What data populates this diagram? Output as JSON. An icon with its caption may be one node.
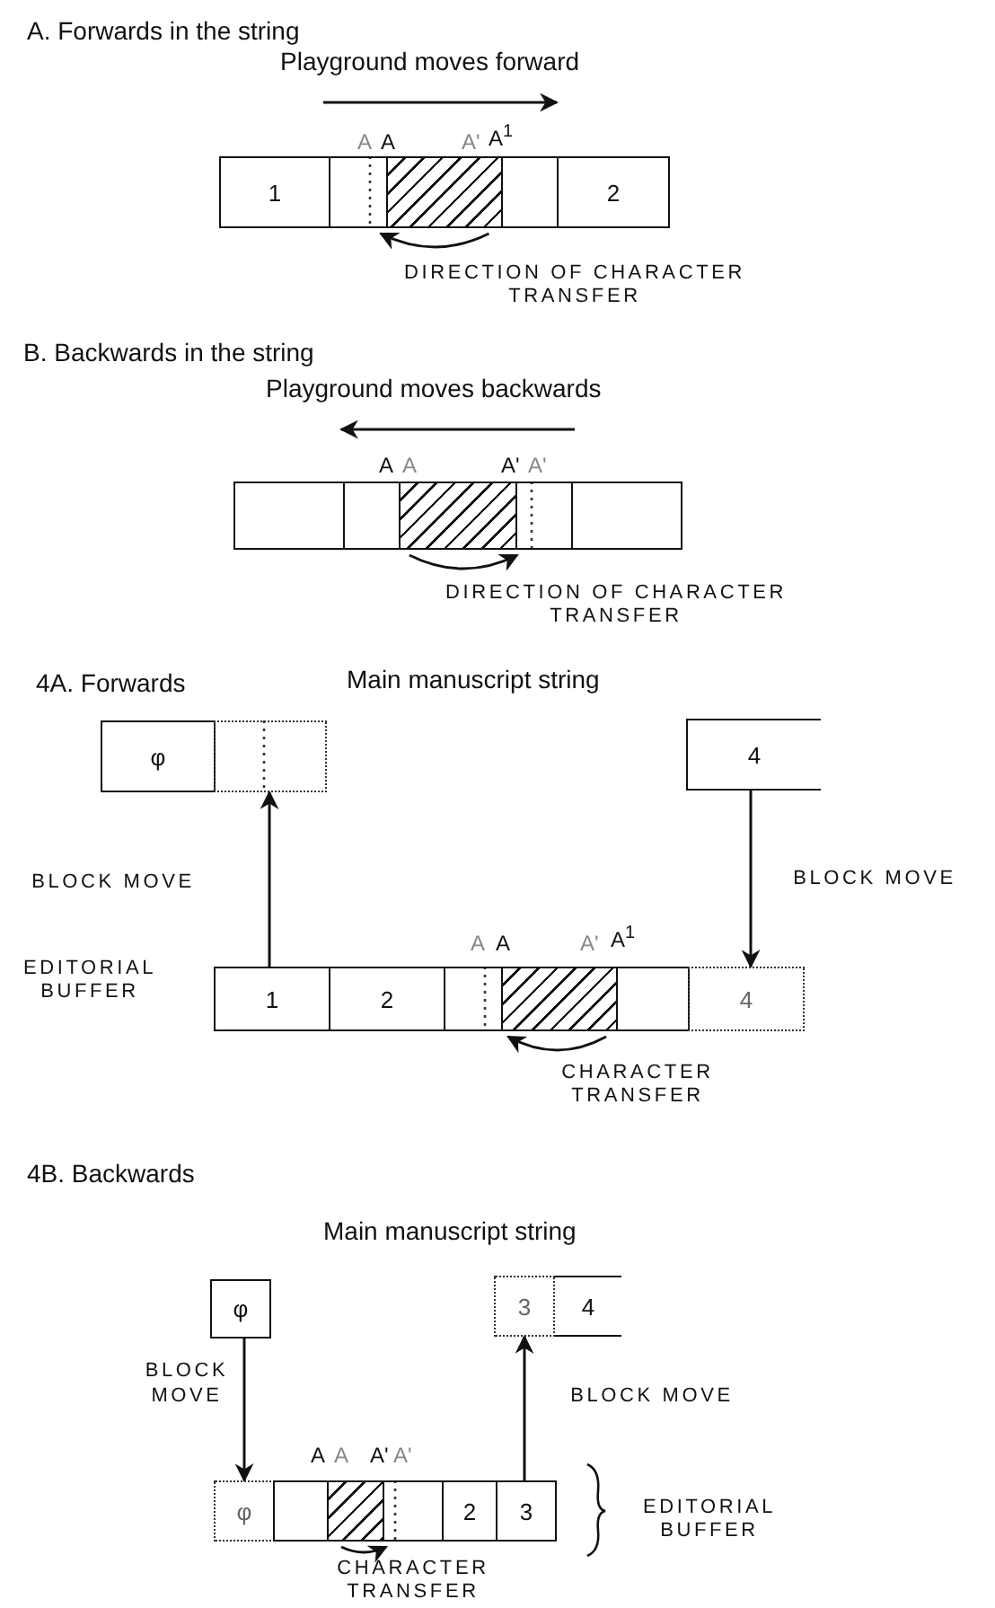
{
  "diagram": {
    "nodes": [
      {
        "text": [
          "1"
        ]
      },
      {
        "text": [],
        "shape": "box"
      },
      {
        "text": [],
        "shape": "box"
      },
      {
        "text": [],
        "shape": "box"
      },
      {
        "text": [
          "2"
        ]
      },
      {
        "text": [],
        "shape": "box"
      },
      {
        "text": [],
        "shape": "box"
      },
      {
        "text": [],
        "shape": "box"
      },
      {
        "text": [],
        "shape": "box"
      },
      {
        "text": [],
        "shape": "box"
      },
      {
        "text": [
          "φ"
        ]
      },
      {
        "text": [],
        "shape": "box"
      },
      {
        "text": [
          "4"
        ]
      },
      {
        "text": [
          "1"
        ]
      },
      {
        "text": [
          "2"
        ]
      },
      {
        "text": [],
        "shape": "box"
      },
      {
        "text": [],
        "shape": "box"
      },
      {
        "text": [],
        "shape": "box"
      },
      {
        "text": [
          "4"
        ]
      },
      {
        "text": [
          "φ"
        ]
      },
      {
        "text": [
          "3"
        ]
      },
      {
        "text": [
          "4"
        ]
      },
      {
        "text": [
          "φ"
        ]
      },
      {
        "text": [],
        "shape": "box"
      },
      {
        "text": [],
        "shape": "box"
      },
      {
        "text": [],
        "shape": "box"
      },
      {
        "text": [
          "2"
        ]
      },
      {
        "text": [
          "3"
        ]
      }
    ],
    "edges": [
      {
        "from": 13,
        "to": 11,
        "arrow": "to",
        "label": "BLOCK MOVE"
      },
      {
        "from": 12,
        "to": 18,
        "arrow": "to",
        "label": "BLOCK MOVE"
      },
      {
        "from": 19,
        "to": 22,
        "arrow": "to",
        "label": "BLOCK MOVE"
      },
      {
        "from": 27,
        "to": 20,
        "arrow": "to",
        "label": "BLOCK MOVE"
      },
      {
        "from": 2,
        "to": 1,
        "arrow": "to"
      },
      {
        "from": 7,
        "to": 8,
        "arrow": "to"
      },
      {
        "from": 16,
        "to": 15,
        "arrow": "to"
      },
      {
        "from": 24,
        "to": 25,
        "arrow": "to"
      }
    ],
    "labels": [
      "A. Forwards in the string",
      "Playground moves forward",
      "A",
      "A",
      "A'",
      "A$^{1}$",
      "DIRECTION OF CHARACTER TRANSFER",
      "B. Backwards in the string",
      "Playground moves backwards",
      "A",
      "A",
      "A'",
      "A'",
      "DIRECTION OF CHARACTER TRANSFER",
      "4A. Forwards",
      "Main manuscript string",
      "EDITORIAL BUFFER",
      "A",
      "A",
      "A'",
      "A$^{1}$",
      "CHARACTER TRANSFER",
      "4B. Backwards",
      "Main manuscript string",
      "A",
      "A",
      "A'",
      "A'",
      "EDITORIAL BUFFER",
      "CHARACTER TRANSFER"
    ]
  }
}
